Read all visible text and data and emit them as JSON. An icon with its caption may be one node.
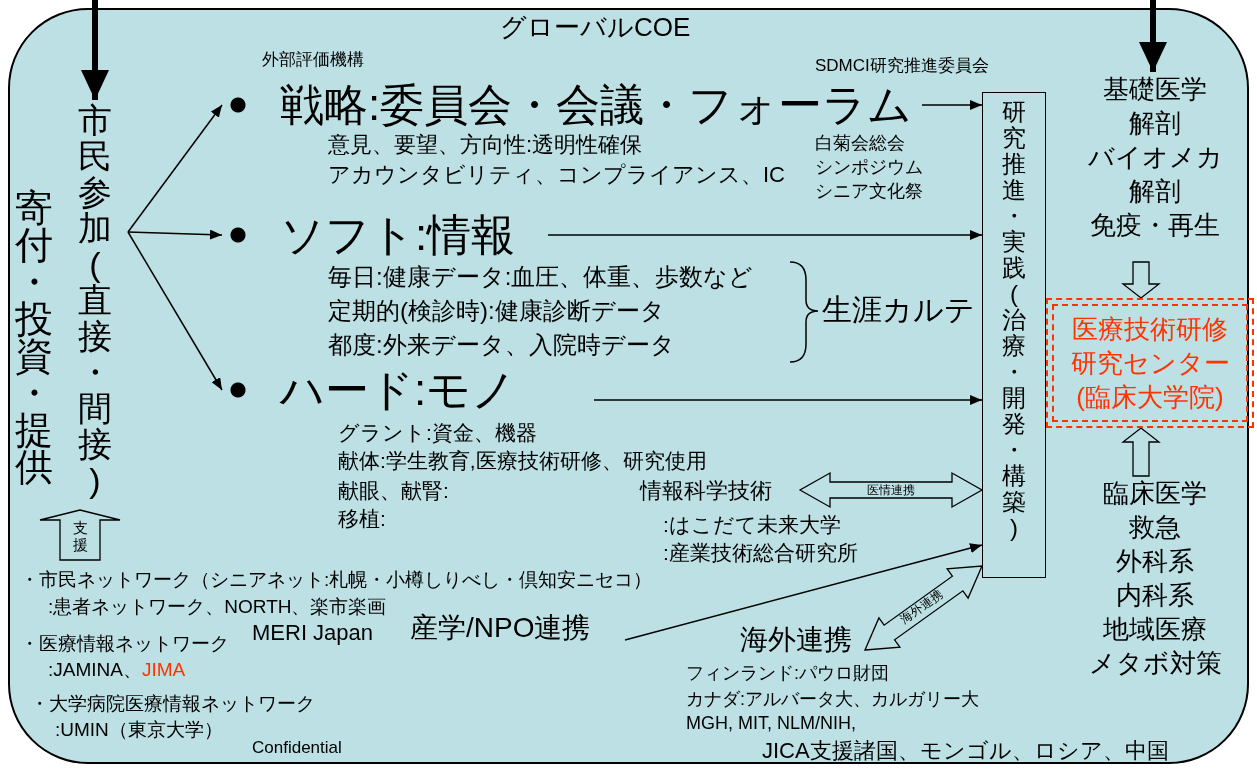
{
  "diagram": {
    "nodes": [
      {
        "text": [
          "グローバルCOE"
        ]
      },
      {
        "text": [
          "市民参加(直接・間接)"
        ],
        "in": 0
      },
      {
        "text": [
          "戦略:委員会・会議・フォーラム"
        ],
        "in": 0
      },
      {
        "text": [
          "ソフト:情報"
        ],
        "in": 0
      },
      {
        "text": [
          "ハード:モノ"
        ],
        "in": 0
      },
      {
        "text": [
          "研究推進・実践(治療・開発・構築)"
        ],
        "in": 0
      },
      {
        "text": [
          "基礎医学",
          "解剖",
          "バイオメカ",
          "解剖",
          "免疫・再生"
        ],
        "in": 0
      },
      {
        "text": [
          "医療技術研修研究センター(臨床大学院)"
        ],
        "in": 0
      },
      {
        "text": [
          "臨床医学",
          "救急",
          "外科系",
          "内科系",
          "地域医療",
          "メタボ対策"
        ],
        "in": 0
      },
      {
        "text": [
          "情報科学技術"
        ],
        "in": 0
      },
      {
        "text": [
          "産学/NPO連携"
        ],
        "in": 0
      },
      {
        "text": [
          "海外連携"
        ],
        "in": 0
      }
    ],
    "edges": [
      {
        "from": null,
        "to": 1,
        "arrow": "to",
        "style": "thick"
      },
      {
        "from": null,
        "to": 6,
        "arrow": "to",
        "style": "thick"
      },
      {
        "from": 1,
        "to": 2,
        "arrow": "to"
      },
      {
        "from": 1,
        "to": 3,
        "arrow": "to"
      },
      {
        "from": 1,
        "to": 4,
        "arrow": "to"
      },
      {
        "from": 2,
        "to": 5,
        "arrow": "to"
      },
      {
        "from": 3,
        "to": 5,
        "arrow": "to"
      },
      {
        "from": 4,
        "to": 5,
        "arrow": "to"
      },
      {
        "from": 9,
        "to": 5,
        "arrow": "both",
        "label": "医情連携"
      },
      {
        "from": 10,
        "to": 5,
        "arrow": "to"
      },
      {
        "from": 11,
        "to": 5,
        "arrow": "both",
        "label": "海外連携"
      },
      {
        "from": 6,
        "to": 7,
        "arrow": "to"
      },
      {
        "from": 8,
        "to": 7,
        "arrow": "to"
      },
      {
        "from": null,
        "to": 1,
        "arrow": "to",
        "label": "支援"
      }
    ],
    "labels": [
      "外部評価機構",
      "SDMCI研究推進委員会",
      "意見、要望、方向性:透明性確保",
      "アカウンタビリティ、コンプライアンス、IC",
      "白菊会総会",
      "シンポジウム",
      "シニア文化祭",
      "寄付・投資・提供",
      "毎日:健康データ:血圧、体重、歩数など",
      "定期的(検診時):健康診断データ",
      "都度:外来データ、入院時データ",
      "生涯カルテ",
      "グラント:資金、機器",
      "献体:学生教育,医療技術研修、研究使用",
      "献眼、献腎:",
      "移植:",
      ":はこだて未来大学",
      ":産業技術総合研究所",
      "・市民ネットワーク（シニアネット:札幌・小樽しりべし・倶知安ニセコ）",
      ":患者ネットワーク、NORTH、楽市楽画",
      "MERI Japan",
      "・医療情報ネットワーク",
      ":JAMINA、",
      "JIMA",
      "・大学病院医療情報ネットワーク",
      ":UMIN（東京大学）",
      "Confidential",
      "フィンランド:パウロ財団",
      "カナダ:アルバータ大、カルガリー大",
      "MGH, MIT, NLM/NIH,",
      "JICA支援諸国、モンゴル、ロシア、中国"
    ]
  }
}
